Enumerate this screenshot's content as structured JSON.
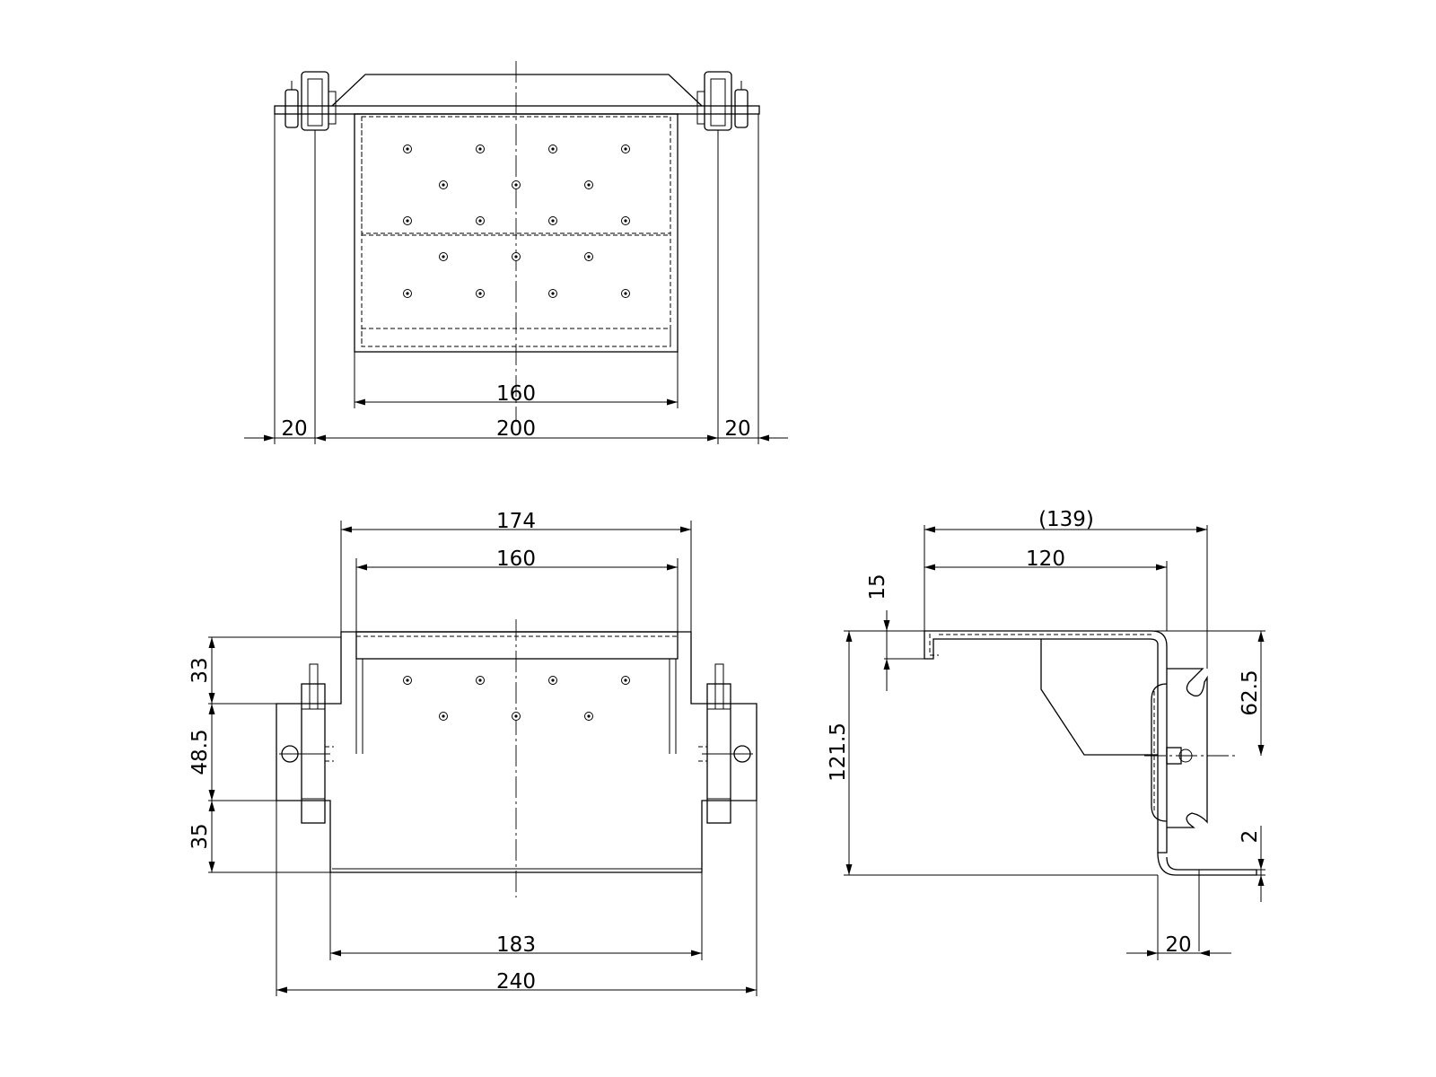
{
  "dimensions": {
    "top_width_inner": "160",
    "top_left_offset": "20",
    "top_span": "200",
    "top_right_offset": "20",
    "front_top_width": "174",
    "front_inner_width": "160",
    "front_height_upper": "33",
    "front_height_middle": "48.5",
    "front_height_lower": "35",
    "front_bottom_width": "183",
    "front_overall_width": "240",
    "side_overall_depth": "(139)",
    "side_depth": "120",
    "side_lip": "15",
    "side_total_height": "121.5",
    "side_mount_height": "62.5",
    "side_thickness": "2",
    "side_base_width": "20"
  }
}
